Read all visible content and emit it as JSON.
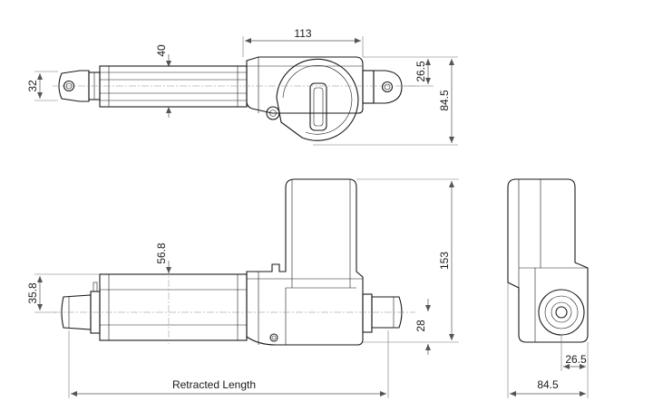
{
  "top_view": {
    "dim_113": "113",
    "dim_40": "40",
    "dim_32": "32",
    "dim_26_5": "26.5",
    "dim_84_5": "84.5"
  },
  "front_view": {
    "dim_56_8": "56.8",
    "dim_35_8": "35.8",
    "dim_153": "153",
    "dim_28": "28",
    "retracted_length": "Retracted Length"
  },
  "side_view": {
    "dim_26_5": "26.5",
    "dim_84_5": "84.5"
  }
}
